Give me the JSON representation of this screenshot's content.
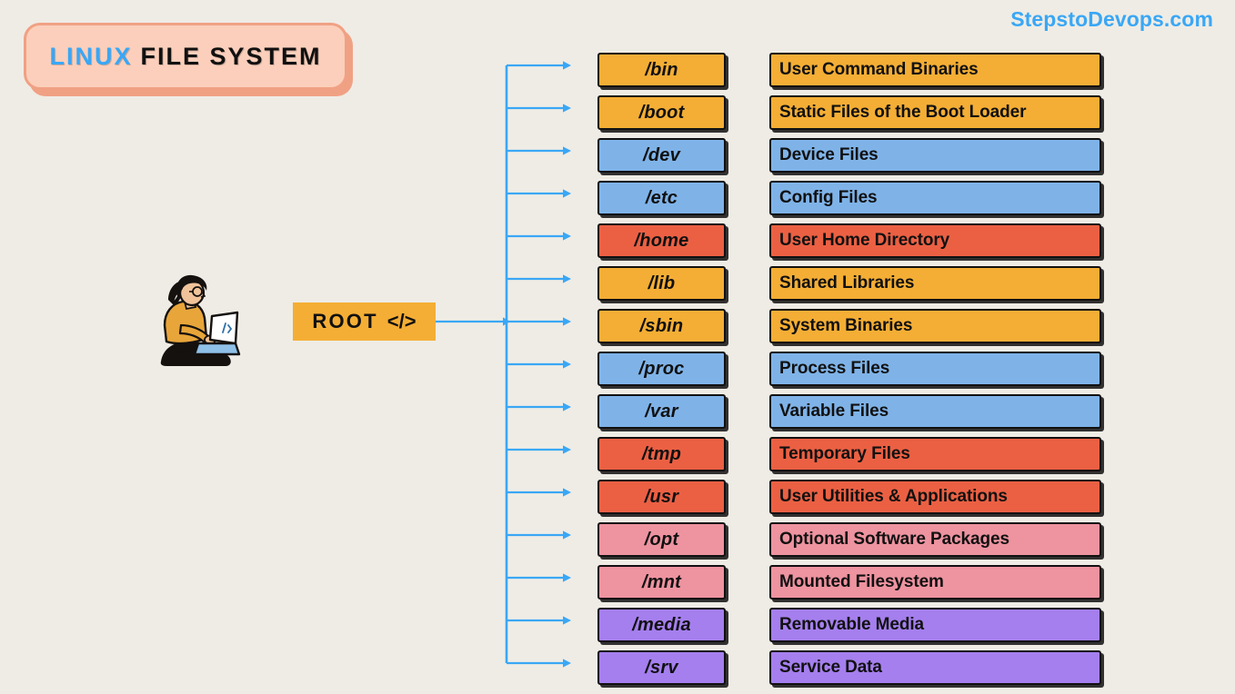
{
  "title": {
    "highlight": "LINUX",
    "rest": "FILE SYSTEM"
  },
  "watermark": "StepstoDevops.com",
  "root": {
    "label": "ROOT",
    "code_glyph": "</>"
  },
  "colors": {
    "background": "#efece5",
    "orange": "#f4ae35",
    "blue": "#7fb3e8",
    "red": "#eb6043",
    "pink": "#ee93a0",
    "purple": "#a57fee",
    "accent_blue": "#3aa7f5",
    "badge_fill": "#fbcfbb",
    "badge_border": "#f0a184",
    "connector": "#3aa7f5",
    "outline": "#111111"
  },
  "rows": [
    {
      "dir": "/bin",
      "desc": "User Command Binaries",
      "color": "#f4ae35"
    },
    {
      "dir": "/boot",
      "desc": "Static Files of the Boot Loader",
      "color": "#f4ae35"
    },
    {
      "dir": "/dev",
      "desc": "Device Files",
      "color": "#7fb3e8"
    },
    {
      "dir": "/etc",
      "desc": "Config Files",
      "color": "#7fb3e8"
    },
    {
      "dir": "/home",
      "desc": "User Home Directory",
      "color": "#eb6043"
    },
    {
      "dir": "/lib",
      "desc": "Shared Libraries",
      "color": "#f4ae35"
    },
    {
      "dir": "/sbin",
      "desc": "System Binaries",
      "color": "#f4ae35"
    },
    {
      "dir": "/proc",
      "desc": "Process Files",
      "color": "#7fb3e8"
    },
    {
      "dir": "/var",
      "desc": "Variable Files",
      "color": "#7fb3e8"
    },
    {
      "dir": "/tmp",
      "desc": "Temporary Files",
      "color": "#eb6043"
    },
    {
      "dir": "/usr",
      "desc": "User Utilities & Applications",
      "color": "#eb6043"
    },
    {
      "dir": "/opt",
      "desc": "Optional Software Packages",
      "color": "#ee93a0"
    },
    {
      "dir": "/mnt",
      "desc": "Mounted Filesystem",
      "color": "#ee93a0"
    },
    {
      "dir": "/media",
      "desc": "Removable Media",
      "color": "#a57fee"
    },
    {
      "dir": "/srv",
      "desc": "Service Data",
      "color": "#a57fee"
    }
  ]
}
